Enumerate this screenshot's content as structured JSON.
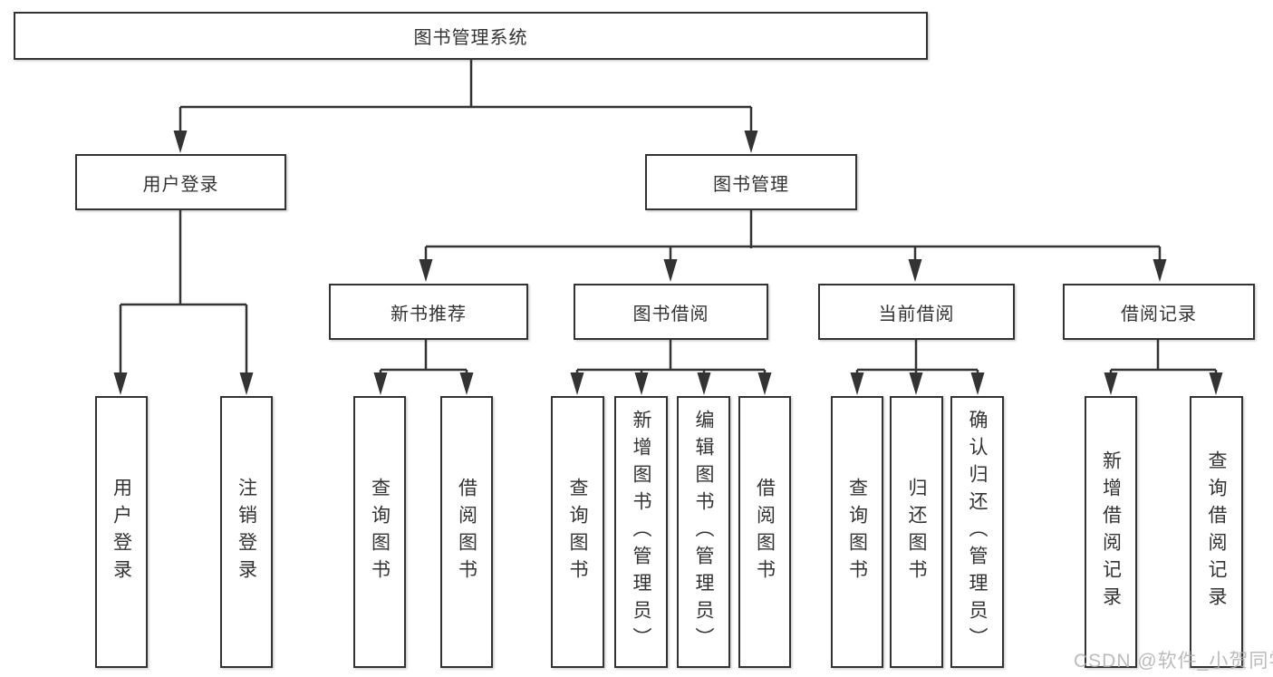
{
  "tree": {
    "root": "图书管理系统",
    "branches": [
      {
        "label": "用户登录",
        "children": [
          "用户登录",
          "注销登录"
        ]
      },
      {
        "label": "图书管理",
        "sections": [
          {
            "label": "新书推荐",
            "children": [
              "查询图书",
              "借阅图书"
            ]
          },
          {
            "label": "图书借阅",
            "children": [
              "查询图书",
              "新增图书（管理员）",
              "编辑图书（管理员）",
              "借阅图书"
            ]
          },
          {
            "label": "当前借阅",
            "children": [
              "查询图书",
              "归还图书",
              "确认归还（管理员）"
            ]
          },
          {
            "label": "借阅记录",
            "children": [
              "新增借阅记录",
              "查询借阅记录"
            ]
          }
        ]
      }
    ]
  },
  "watermark": "CSDN @软件_小贺同学",
  "colors": {
    "line": "#333333",
    "border": "#333333",
    "text": "#333333",
    "box_background": "#ffffff",
    "page_background": "#ffffff",
    "watermark": "#afafaf"
  }
}
